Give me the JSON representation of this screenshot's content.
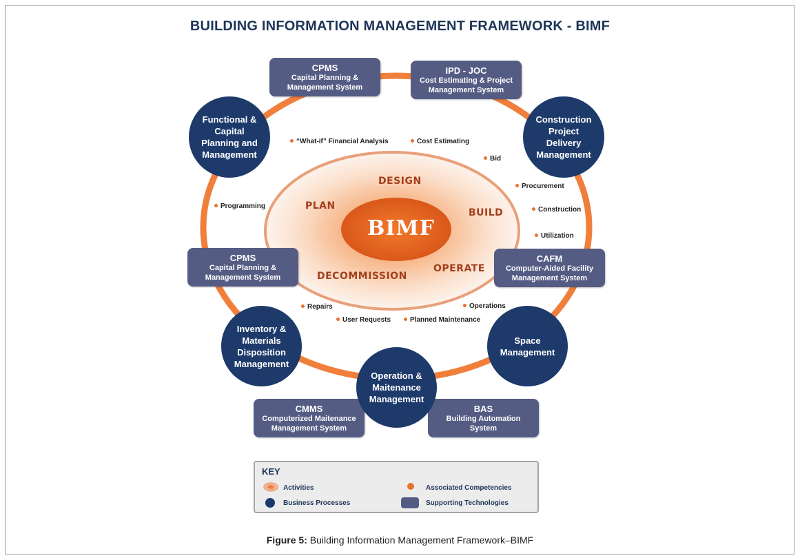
{
  "title": "BUILDING INFORMATION MANAGEMENT FRAMEWORK - BIMF",
  "center": "BIMF",
  "activities": [
    "DESIGN",
    "PLAN",
    "BUILD",
    "OPERATE",
    "DECOMMISSION"
  ],
  "technologies": [
    {
      "name": "CPMS",
      "desc": "Capital Planning & Management System"
    },
    {
      "name": "IPD - JOC",
      "desc": "Cost Estimating & Project Management System"
    },
    {
      "name": "CPMS",
      "desc": "Capital Planning & Management System"
    },
    {
      "name": "CAFM",
      "desc": "Computer-Aided Facility Management System"
    },
    {
      "name": "CMMS",
      "desc": "Computerized Maitenance Management System"
    },
    {
      "name": "BAS",
      "desc": "Building Automation System"
    }
  ],
  "processes": [
    "Functional & Capital Planning and Management",
    "Construction Project Delivery Management",
    "Inventory & Materials Disposition Management",
    "Operation & Maitenance Management",
    "Space Management"
  ],
  "competencies": [
    "“What-if” Financial Analysis",
    "Cost Estimating",
    "Bid",
    "Procurement",
    "Construction",
    "Utilization",
    "Programming",
    "Repairs",
    "User Requests",
    "Planned Maintenance",
    "Operations"
  ],
  "key": {
    "title": "KEY",
    "activities": "Activities",
    "business_processes": "Business Processes",
    "associated_competencies": "Associated Competencies",
    "supporting_technologies": "Supporting Technologies"
  },
  "caption": {
    "label": "Figure 5:",
    "text": " Building Information Management Framework–BIMF"
  },
  "colors": {
    "ring": "#f07f3c",
    "process": "#1d3a6b",
    "technology": "#555c84",
    "activity_text": "#a23f1c",
    "title": "#1d3557"
  }
}
